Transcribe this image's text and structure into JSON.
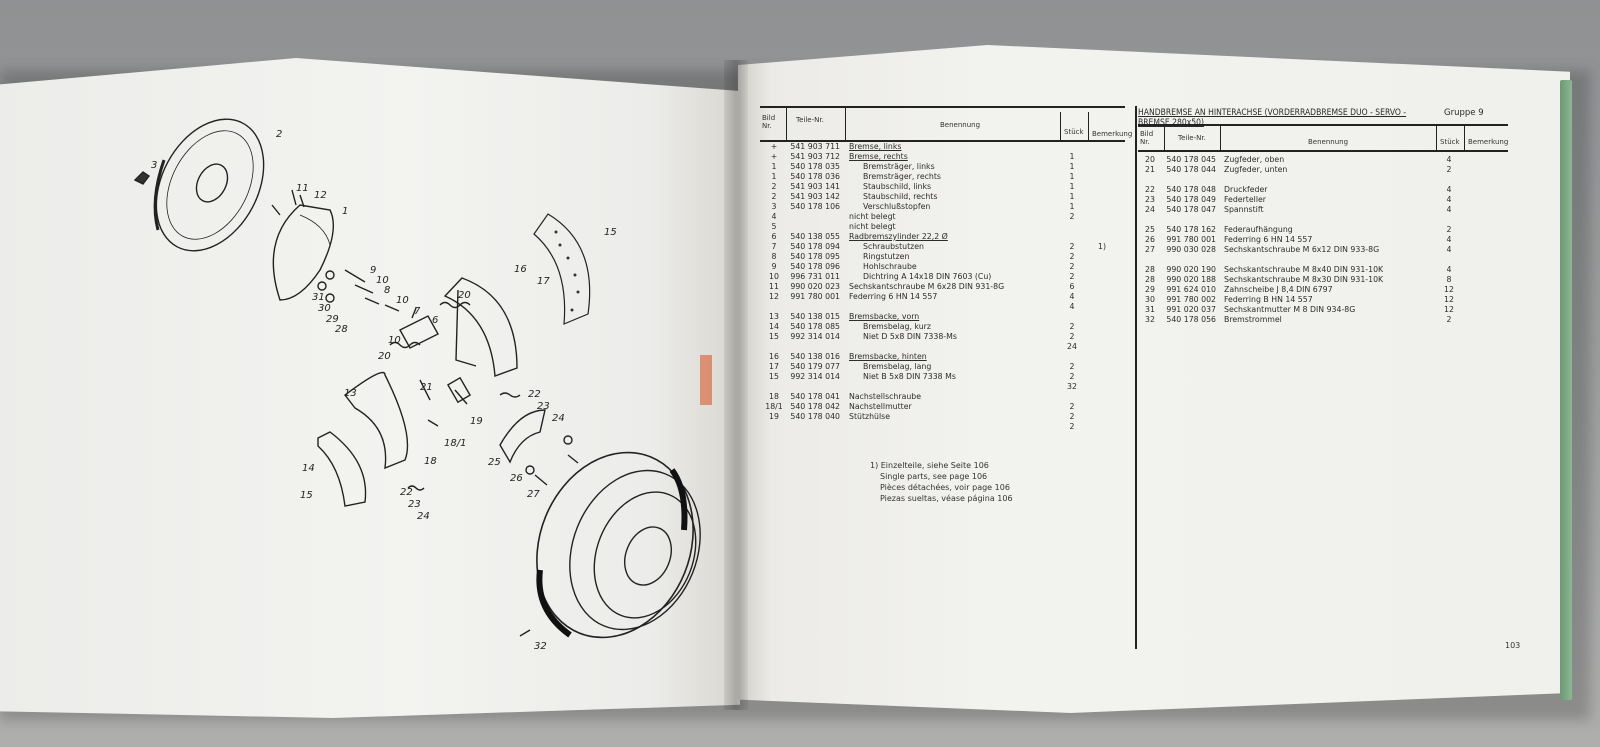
{
  "right_page": {
    "title": "HANDBREMSE AN HINTERACHSE (VORDERRADBREMSE DUO - SERVO - BREMSE 280x50)",
    "group": "Gruppe 9",
    "page_number": "103",
    "headers": {
      "bild": "Bild Nr.",
      "teile": "Teile-Nr.",
      "benennung": "Benennung",
      "stueck": "Stück",
      "bemerkung": "Bemerkung"
    },
    "left_table": {
      "bild": [
        "+",
        "+",
        "1",
        "1",
        "2",
        "2",
        "3",
        "4",
        "5",
        "6",
        "7",
        "8",
        "9",
        "10",
        "11",
        "12",
        "",
        "13",
        "14",
        "15",
        "",
        "16",
        "17",
        "15",
        "",
        "18",
        "18/1",
        "19"
      ],
      "teile": [
        "541 903 711",
        "541 903 712",
        "540 178 035",
        "540 178 036",
        "541 903 141",
        "541 903 142",
        "540 178 106",
        "",
        "",
        "540 138 055",
        "540 178 094",
        "540 178 095",
        "540 178 096",
        "996 731 011",
        "990 020 023",
        "991 780 001",
        "",
        "540 138 015",
        "540 178 085",
        "992 314 014",
        "",
        "540 138 016",
        "540 179 077",
        "992 314 014",
        "",
        "540 178 041",
        "540 178 042",
        "540 178 040"
      ],
      "benennung": [
        "Bremse, links",
        "Bremse, rechts",
        "Bremsträger, links",
        "Bremsträger, rechts",
        "Staubschild, links",
        "Staubschild, rechts",
        "Verschlußstopfen",
        "nicht belegt",
        "nicht belegt",
        "Radbremszylinder 22,2 Ø",
        "Schraubstutzen",
        "Ringstutzen",
        "Hohlschraube",
        "Dichtring A 14x18 DIN 7603 (Cu)",
        "Sechskantschraube M 6x28 DIN 931-8G",
        "Federring 6 HN 14 557",
        "",
        "Bremsbacke, vorn",
        "Bremsbelag, kurz",
        "Niet D 5x8 DIN 7338-Ms",
        "",
        "Bremsbacke, hinten",
        "Bremsbelag, lang",
        "Niet B 5x8 DIN 7338 Ms",
        "",
        "Nachstellschraube",
        "Nachstellmutter",
        "Stützhülse"
      ],
      "stueck": [
        "",
        "1",
        "1",
        "1",
        "1",
        "1",
        "1",
        "2",
        "",
        "",
        "2",
        "2",
        "2",
        "2",
        "6",
        "4",
        "4",
        "",
        "2",
        "2",
        "24",
        "",
        "2",
        "2",
        "32",
        "",
        "2",
        "2",
        "2"
      ],
      "bemerkung_row": "1)"
    },
    "right_table": {
      "bild": [
        "20",
        "21",
        "",
        "22",
        "23",
        "24",
        "",
        "25",
        "26",
        "27",
        "",
        "28",
        "28",
        "29",
        "30",
        "31",
        "32"
      ],
      "teile": [
        "540 178 045",
        "540 178 044",
        "",
        "540 178 048",
        "540 178 049",
        "540 178 047",
        "",
        "540 178 162",
        "991 780 001",
        "990 030 028",
        "",
        "990 020 190",
        "990 020 188",
        "991 624 010",
        "991 780 002",
        "991 020 037",
        "540 178 056"
      ],
      "benennung": [
        "Zugfeder, oben",
        "Zugfeder, unten",
        "",
        "Druckfeder",
        "Federteller",
        "Spannstift",
        "",
        "Federaufhängung",
        "Federring 6 HN 14 557",
        "Sechskantschraube M 6x12 DIN 933-8G",
        "",
        "Sechskantschraube M 8x40 DIN 931-10K",
        "Sechskantschraube M 8x30 DIN 931-10K",
        "Zahnscheibe J 8,4 DIN 6797",
        "Federring B HN 14 557",
        "Sechskantmutter M 8 DIN 934-8G",
        "Bremstrommel"
      ],
      "stueck": [
        "4",
        "2",
        "",
        "4",
        "4",
        "4",
        "",
        "2",
        "4",
        "4",
        "",
        "4",
        "8",
        "12",
        "12",
        "12",
        "2"
      ]
    },
    "footnote": [
      "1) Einzelteile, siehe Seite 106",
      "Single parts, see page 106",
      "Pièces détachées, voir page 106",
      "Piezas sueltas, véase página 106"
    ]
  },
  "left_page": {
    "callouts": [
      "2",
      "3",
      "1",
      "11",
      "12",
      "9",
      "10",
      "8",
      "31",
      "30",
      "29",
      "28",
      "10",
      "7",
      "6",
      "20",
      "10",
      "20",
      "16",
      "17",
      "15",
      "21",
      "22",
      "23",
      "24",
      "19",
      "18/1",
      "18",
      "13",
      "25",
      "26",
      "27",
      "14",
      "15",
      "22",
      "23",
      "24",
      "32"
    ]
  }
}
